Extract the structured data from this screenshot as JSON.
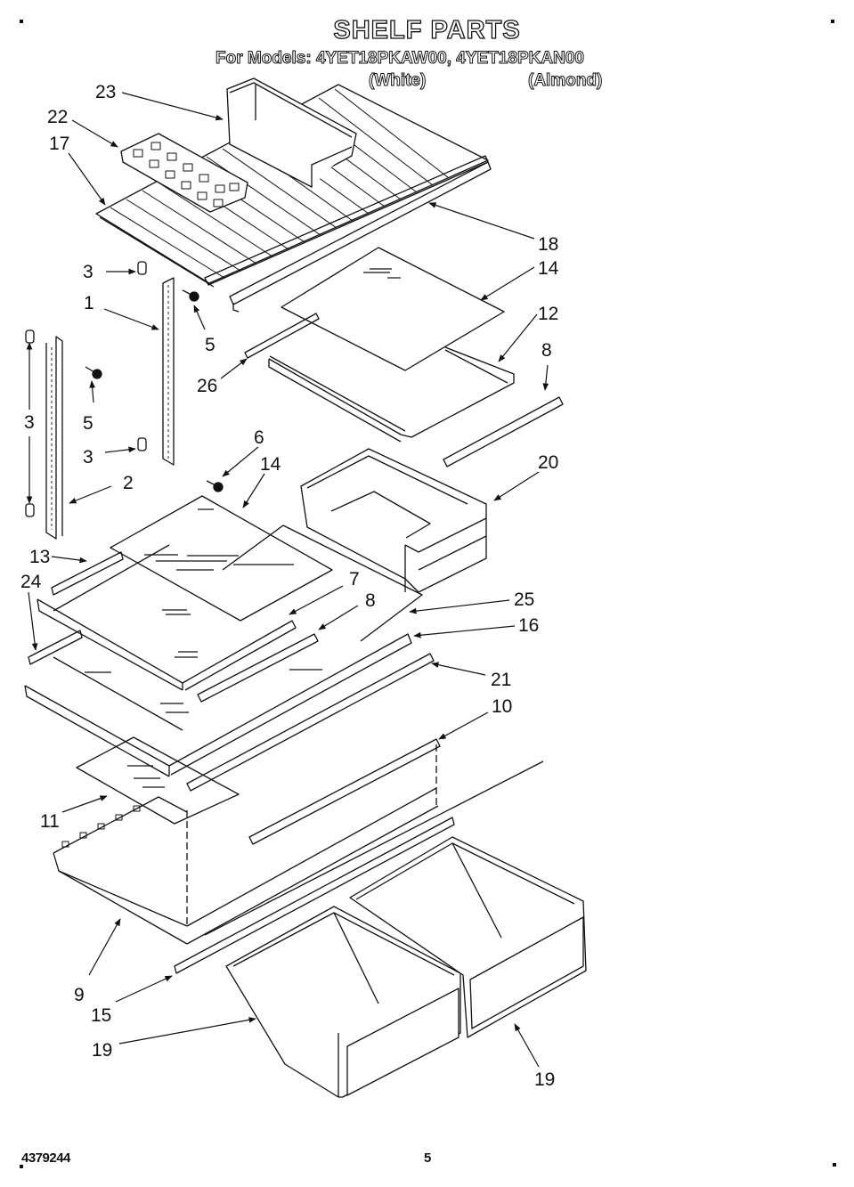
{
  "header": {
    "title": "SHELF PARTS",
    "models_line": "For Models: 4YET18PKAW00,  4YET18PKAN00",
    "variants": [
      "(White)",
      "(Almond)"
    ]
  },
  "callouts": [
    {
      "id": "c23",
      "text": "23"
    },
    {
      "id": "c22",
      "text": "22"
    },
    {
      "id": "c17",
      "text": "17"
    },
    {
      "id": "c18",
      "text": "18"
    },
    {
      "id": "c14a",
      "text": "14"
    },
    {
      "id": "c3a",
      "text": "3"
    },
    {
      "id": "c1",
      "text": "1"
    },
    {
      "id": "c5a",
      "text": "5"
    },
    {
      "id": "c12",
      "text": "12"
    },
    {
      "id": "c26",
      "text": "26"
    },
    {
      "id": "c8a",
      "text": "8"
    },
    {
      "id": "c3b",
      "text": "3"
    },
    {
      "id": "c5b",
      "text": "5"
    },
    {
      "id": "c3c",
      "text": "3"
    },
    {
      "id": "c6",
      "text": "6"
    },
    {
      "id": "c14b",
      "text": "14"
    },
    {
      "id": "c20",
      "text": "20"
    },
    {
      "id": "c2",
      "text": "2"
    },
    {
      "id": "c13",
      "text": "13"
    },
    {
      "id": "c7",
      "text": "7"
    },
    {
      "id": "c24",
      "text": "24"
    },
    {
      "id": "c8b",
      "text": "8"
    },
    {
      "id": "c25",
      "text": "25"
    },
    {
      "id": "c16",
      "text": "16"
    },
    {
      "id": "c21",
      "text": "21"
    },
    {
      "id": "c10",
      "text": "10"
    },
    {
      "id": "c11",
      "text": "11"
    },
    {
      "id": "c9",
      "text": "9"
    },
    {
      "id": "c15",
      "text": "15"
    },
    {
      "id": "c19a",
      "text": "19"
    },
    {
      "id": "c19b",
      "text": "19"
    }
  ],
  "footer": {
    "doc_number": "4379244",
    "page_number": "5"
  }
}
